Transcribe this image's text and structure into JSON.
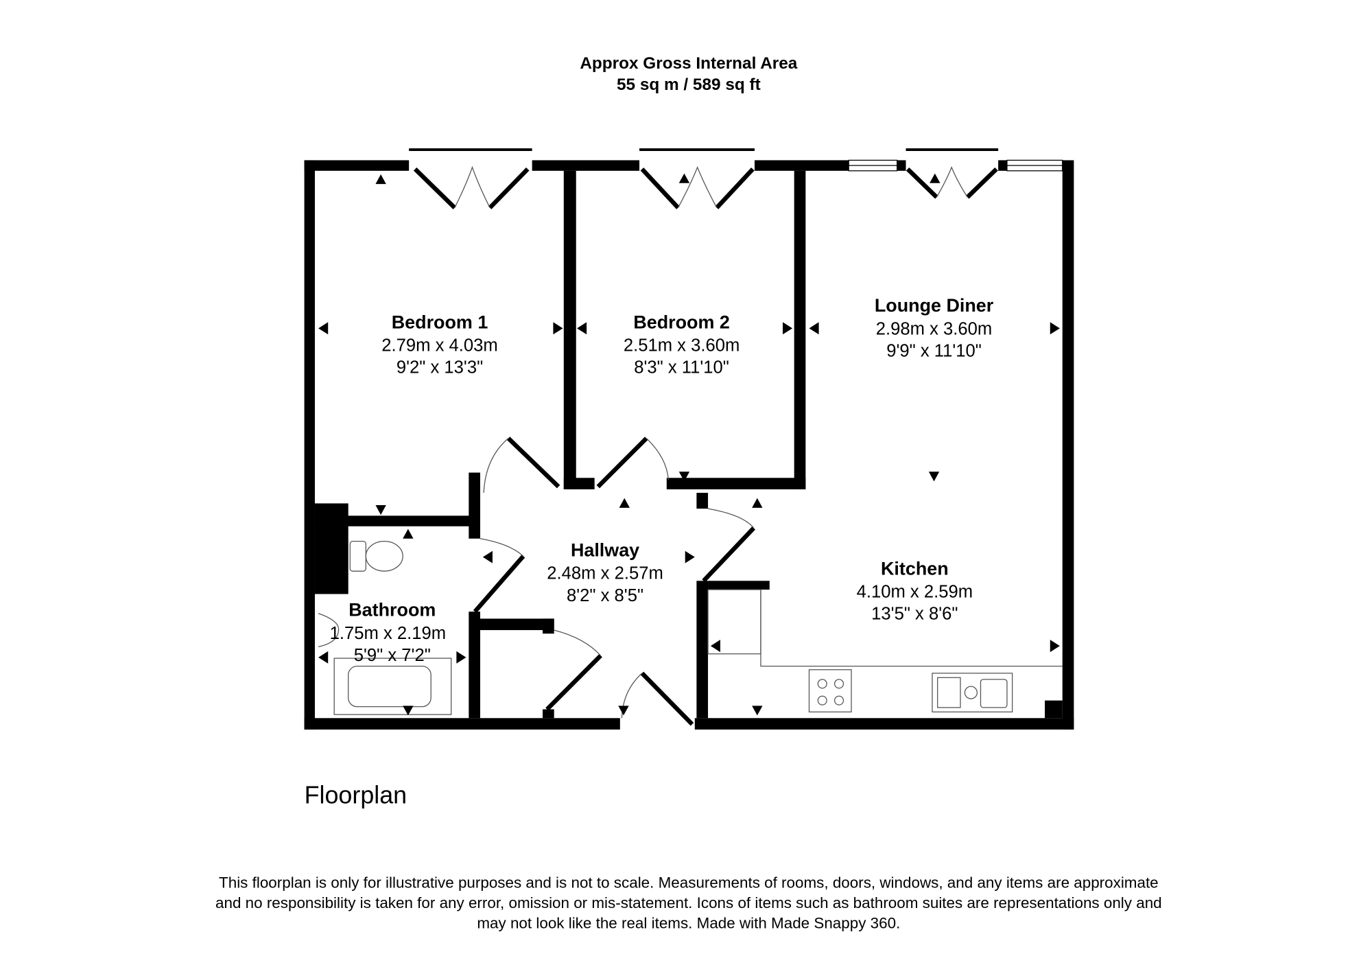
{
  "header": {
    "line1": "Approx Gross Internal Area",
    "line2": "55 sq m / 589 sq ft"
  },
  "rooms": [
    {
      "name": "Bedroom 1",
      "metric": "2.79m x 4.03m",
      "imperial": "9'2\" x 13'3\""
    },
    {
      "name": "Bedroom 2",
      "metric": "2.51m x 3.60m",
      "imperial": "8'3\" x 11'10\""
    },
    {
      "name": "Lounge Diner",
      "metric": "2.98m x 3.60m",
      "imperial": "9'9\" x 11'10\""
    },
    {
      "name": "Hallway",
      "metric": "2.48m x 2.57m",
      "imperial": "8'2\" x 8'5\""
    },
    {
      "name": "Kitchen",
      "metric": "4.10m x 2.59m",
      "imperial": "13'5\" x 8'6\""
    },
    {
      "name": "Bathroom",
      "metric": "1.75m x 2.19m",
      "imperial": "5'9\" x 7'2\""
    }
  ],
  "floor_label": "Floorplan",
  "disclaimer": {
    "line1": "This floorplan is only for illustrative purposes and is not to scale. Measurements of rooms, doors, windows, and any items are approximate",
    "line2": "and no responsibility is taken for any error, omission or mis-statement. Icons of items such as bathroom suites are representations only and",
    "line3": "may not look like the real items. Made with Made Snappy 360."
  }
}
